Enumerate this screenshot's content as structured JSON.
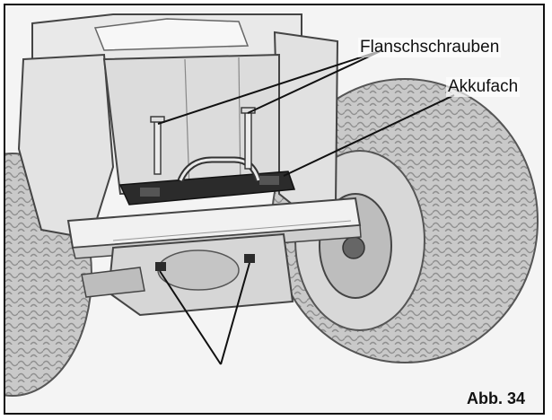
{
  "figure": {
    "labels": {
      "flange_screws": "Flanschschrauben",
      "battery_compartment": "Akkufach",
      "figure_number": "Abb. 34"
    },
    "colors": {
      "frame": "#111111",
      "background": "#f4f4f4",
      "tire": "#c9c9c9",
      "tread": "#9a9a9a",
      "body": "#e6e6e6",
      "dark_part": "#2a2a2a"
    }
  }
}
